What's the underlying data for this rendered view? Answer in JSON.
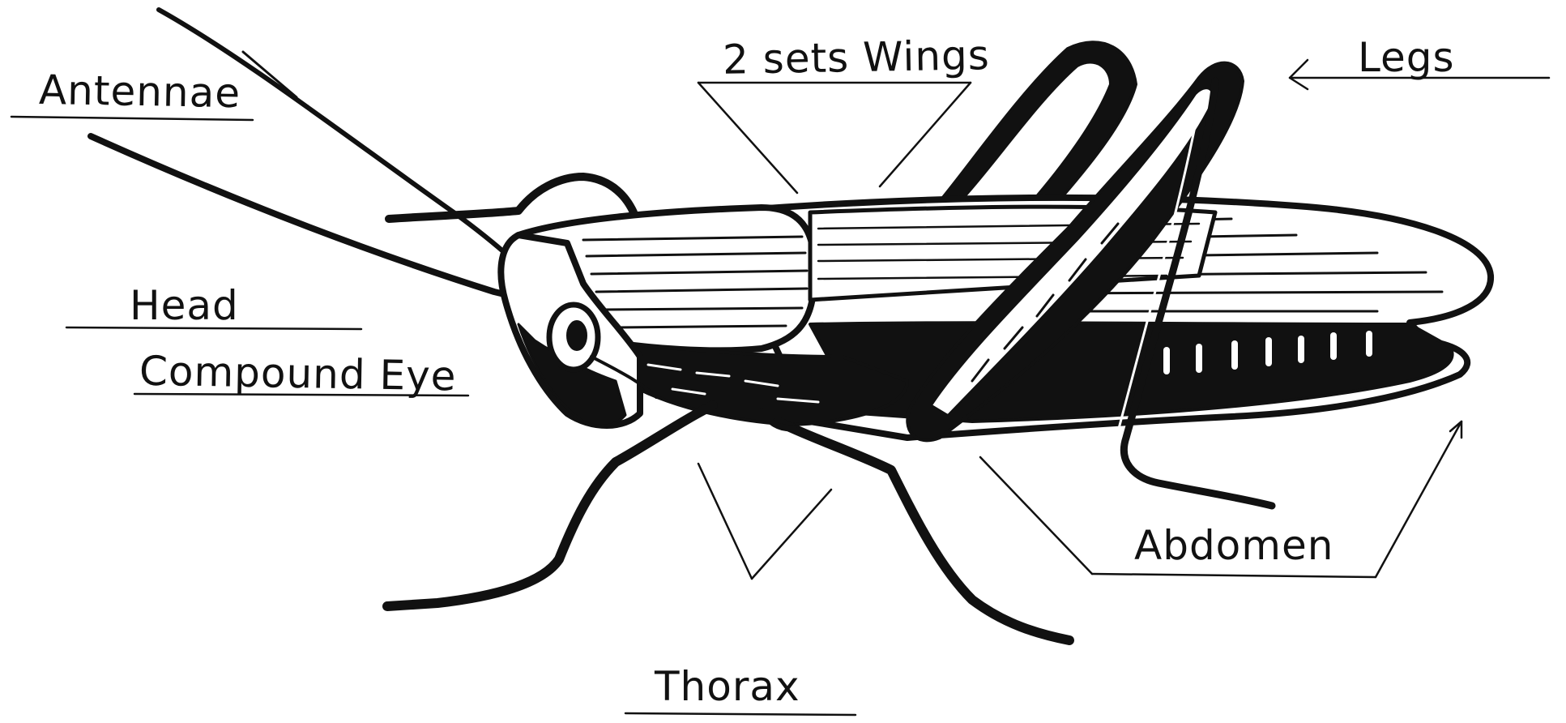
{
  "diagram": {
    "labels": {
      "antennae": "Antennae",
      "wings": "2 sets Wings",
      "legs": "Legs",
      "head": "Head",
      "compound_eye": "Compound Eye",
      "abdomen": "Abdomen",
      "thorax": "Thorax"
    },
    "colors": {
      "ink": "#111111",
      "background": "#ffffff"
    }
  }
}
